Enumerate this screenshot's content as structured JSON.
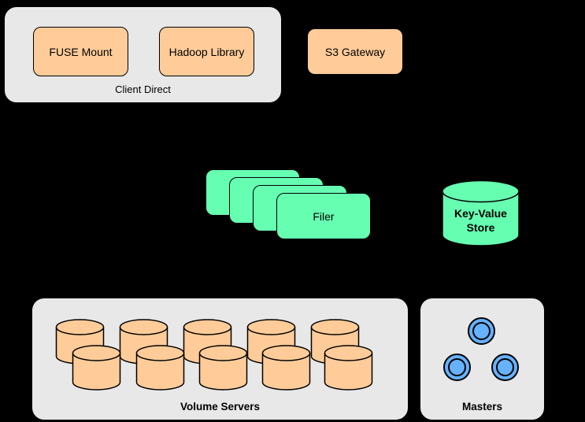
{
  "canvas": {
    "background": "#000000"
  },
  "colors": {
    "node_orange": "#FFCC99",
    "node_green": "#66FFB2",
    "node_blue": "#66B2FF",
    "group_gray": "#E8E8E8",
    "outline": "#000000",
    "text": "#000000"
  },
  "client_direct": {
    "label": "Client Direct",
    "nodes": [
      {
        "label": "FUSE Mount"
      },
      {
        "label": "Hadoop Library"
      }
    ]
  },
  "s3_gateway": {
    "label": "S3 Gateway"
  },
  "filer": {
    "label": "Filer",
    "stack_count": 4
  },
  "key_value_store": {
    "label": "Key-Value Store"
  },
  "volume_servers": {
    "label": "Volume Servers",
    "cylinder_count": 10
  },
  "masters": {
    "label": "Masters",
    "node_count": 3
  }
}
